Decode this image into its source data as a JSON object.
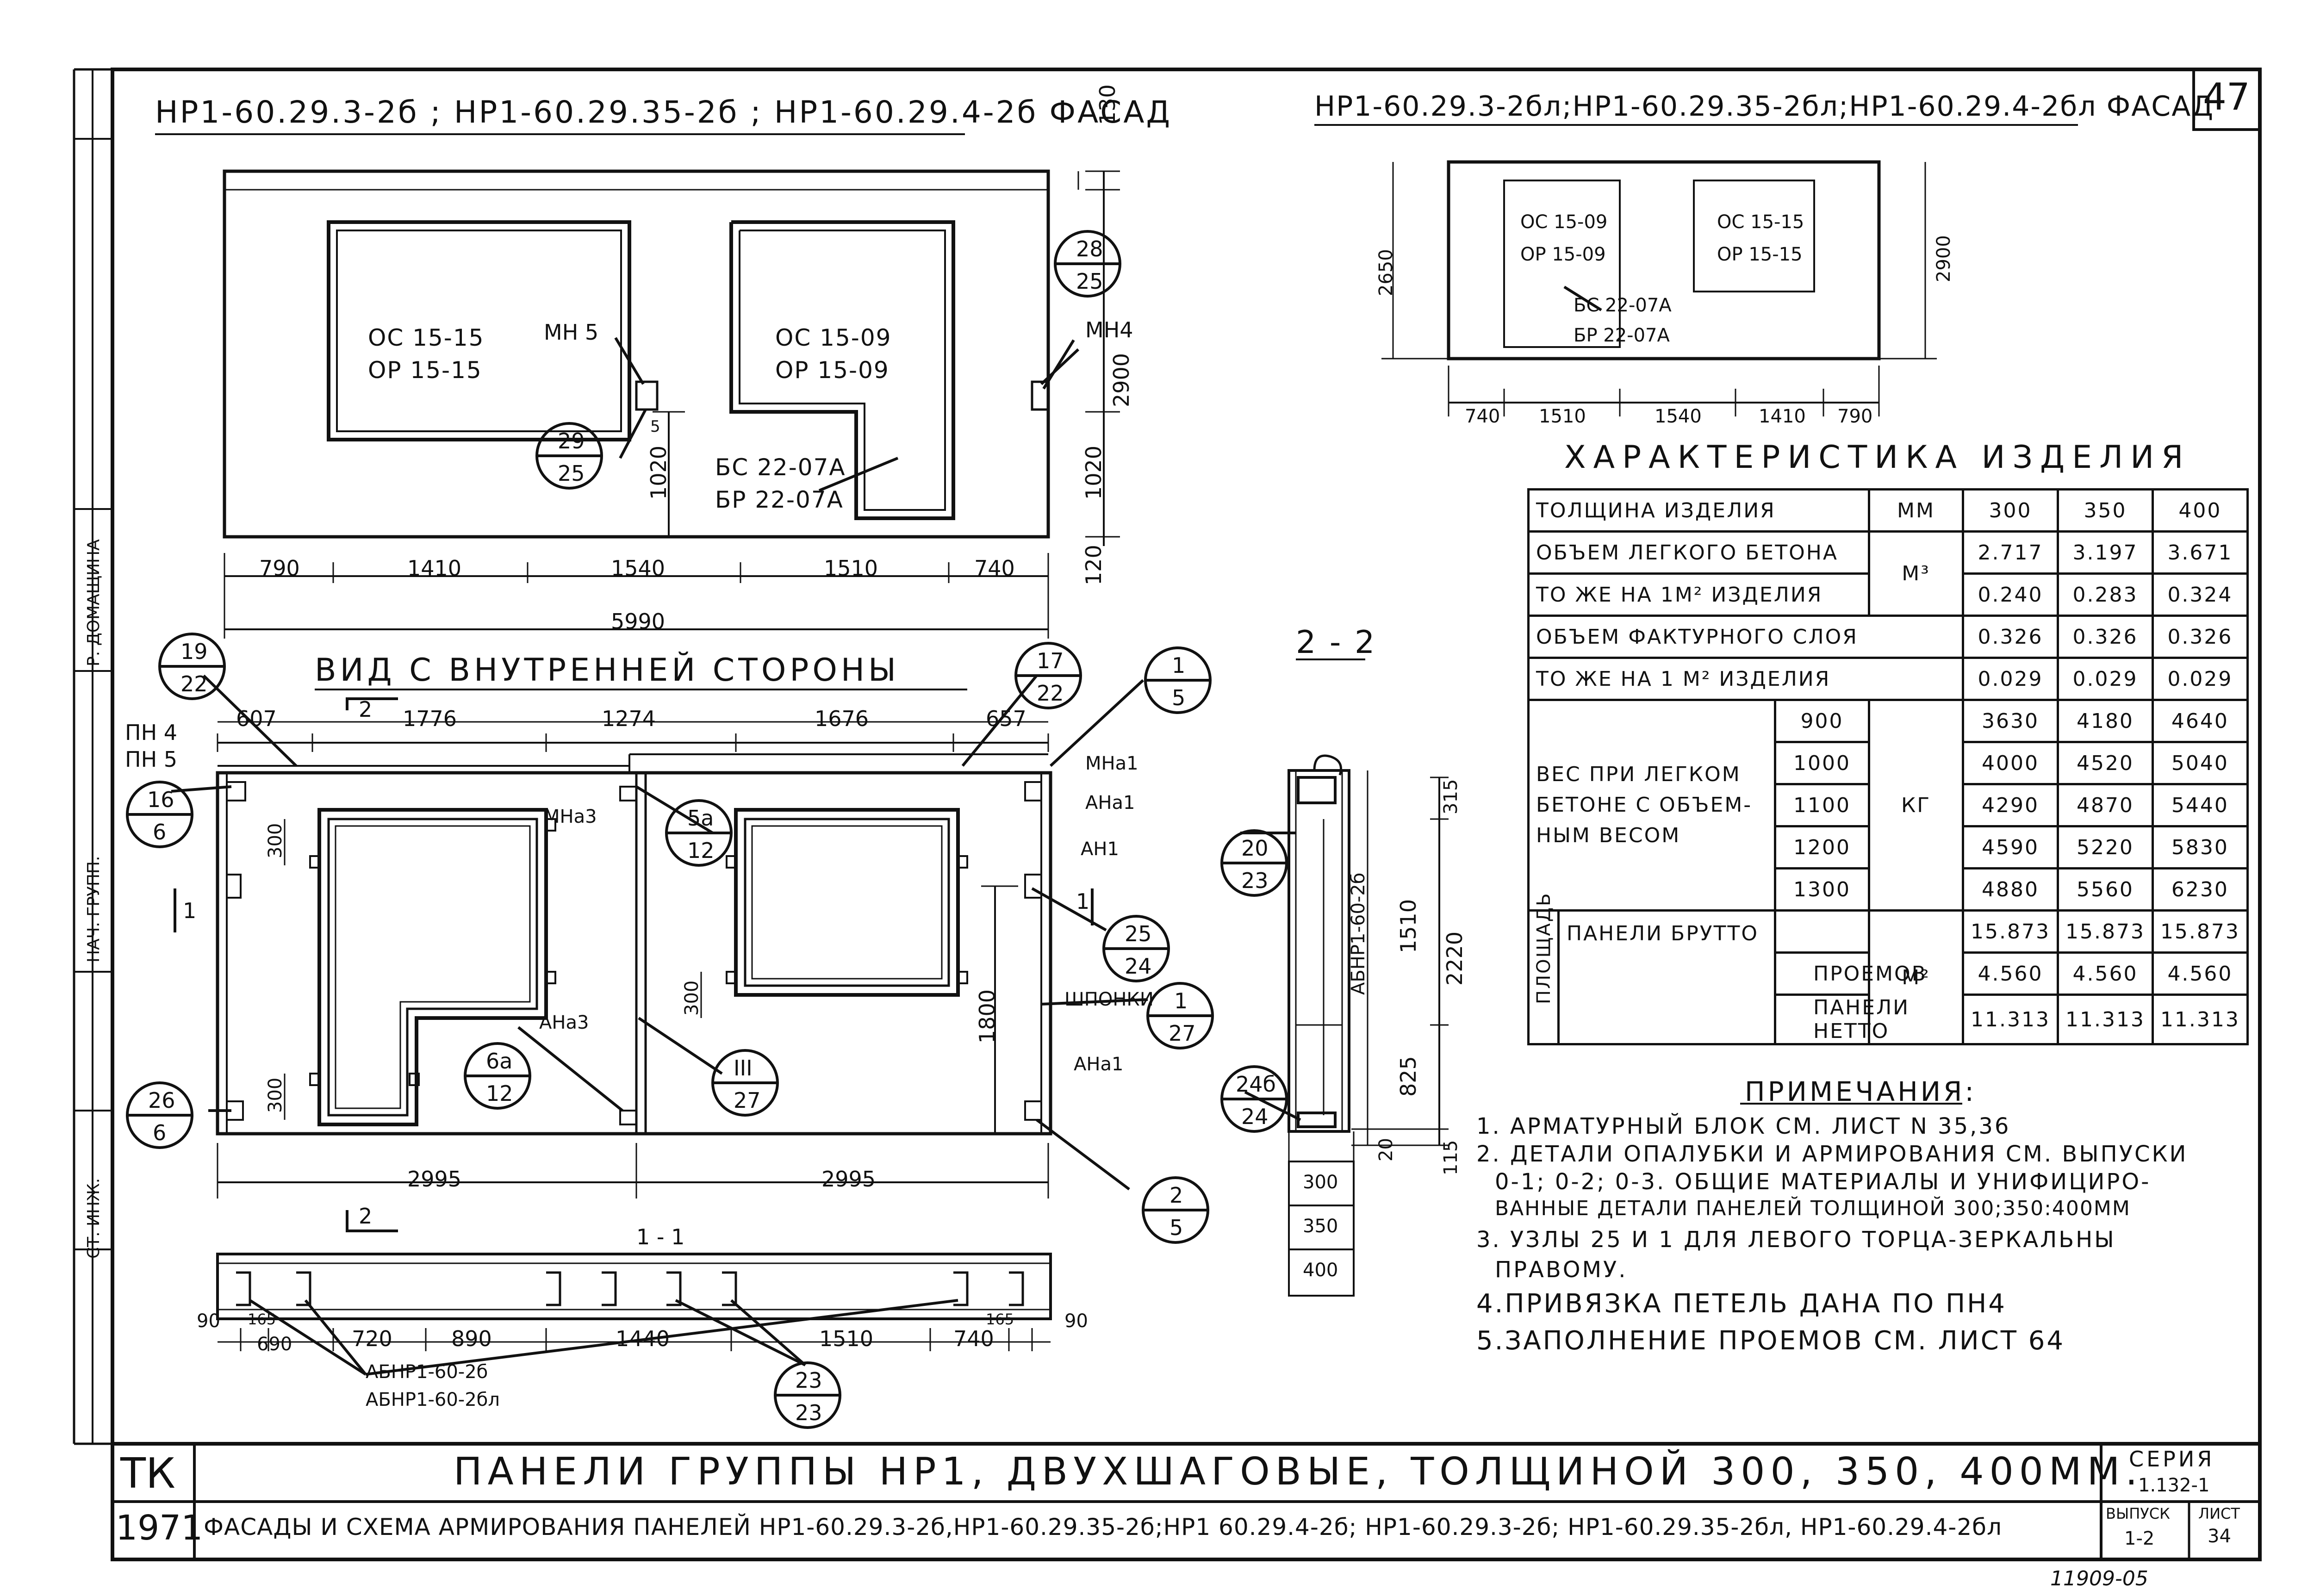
{
  "sheet_number": "47",
  "facade_left_title": "НР1-60.29.3-2б ; НР1-60.29.35-2б ; НР1-60.29.4-2б   ФАСАД",
  "facade_right_title": "НР1-60.29.3-2бл;НР1-60.29.35-2бл;НР1-60.29.4-2бл ФАСАД",
  "facade_left": {
    "window1": [
      "ОС 15-15",
      "ОР 15-15"
    ],
    "window2": [
      "ОС 15-09",
      "ОР 15-09"
    ],
    "door": [
      "БС 22-07А",
      "БР 22-07А"
    ],
    "mh5": "МН 5",
    "mh4": "МН4",
    "callout_28": [
      "28",
      "25"
    ],
    "callout_29": [
      "29",
      "25"
    ],
    "dim_5": "5",
    "dims_bottom": [
      "790",
      "1410",
      "1540",
      "1510",
      "740"
    ],
    "dim_total": "5990",
    "dims_right": [
      "130",
      "2900",
      "1020",
      "120"
    ],
    "dim_1020_left": "1020"
  },
  "facade_right": {
    "window1": [
      "ОС 15-09",
      "ОР 15-09"
    ],
    "window2": [
      "ОС 15-15",
      "ОР 15-15"
    ],
    "door": [
      "БС 22-07А",
      "БР 22-07А"
    ],
    "dim_left": "2650",
    "dim_right": "2900",
    "dims_bottom": [
      "740",
      "1510",
      "1540",
      "1410",
      "790"
    ]
  },
  "inner_view": {
    "title": "ВИД С ВНУТРЕННЕЙ СТОРОНЫ",
    "ph4": "ПН 4",
    "ph5": "ПН 5",
    "dims_top": [
      "607",
      "1776",
      "1274",
      "1676",
      "657"
    ],
    "dims_bottom": [
      "2995",
      "2995"
    ],
    "dim_300a": "300",
    "dim_300b": "300",
    "dim_300c": "300",
    "dim_1800": "1800",
    "section_2_top": "2",
    "section_2_bottom": "2",
    "section_1_left": "1",
    "section_1_right": "1",
    "labels": {
      "mna3": "МНа3",
      "ana3": "АНа3",
      "mna1": "МНа1",
      "ana1_top": "АНа1",
      "an1": "АН1",
      "shponki": "ШПОНКИ",
      "ana1_bottom": "АНа1"
    },
    "callouts": {
      "c19": [
        "19",
        "22"
      ],
      "c17": [
        "17",
        "22"
      ],
      "c1": [
        "1",
        "5"
      ],
      "c16": [
        "16",
        "6"
      ],
      "c5a": [
        "5а",
        "12"
      ],
      "c25": [
        "25",
        "24"
      ],
      "c1_27": [
        "1",
        "27"
      ],
      "c6a": [
        "6а",
        "12"
      ],
      "cIII": [
        "III",
        "27"
      ],
      "c26": [
        "26",
        "6"
      ],
      "c2": [
        "2",
        "5"
      ]
    }
  },
  "section_11": {
    "title": "1 - 1",
    "dims": [
      "90",
      "165",
      "690",
      "720",
      "890",
      "1440",
      "1510",
      "740",
      "165",
      "90"
    ],
    "label1": "АБНР1-60-2б",
    "label2": "АБНР1-60-2бл",
    "callout": [
      "23",
      "23"
    ]
  },
  "section_22": {
    "title": "2 - 2",
    "block_label": "АБНР1-60-2б",
    "dims": [
      "315",
      "1510",
      "2220",
      "825",
      "20",
      "115"
    ],
    "callout_20": [
      "20",
      "23"
    ],
    "callout_24": [
      "24б",
      "24"
    ],
    "thickness": [
      "300",
      "350",
      "400"
    ]
  },
  "characteristics": {
    "title": "ХАРАКТЕРИСТИКА ИЗДЕЛИЯ",
    "thickness_label": "ТОЛЩИНА ИЗДЕЛИЯ",
    "unit_mm": "ММ",
    "cols": [
      "300",
      "350",
      "400"
    ],
    "vol_light": "ОБЪЕМ ЛЕГКОГО БЕТОНА",
    "vol_light_vals": [
      "2.717",
      "3.197",
      "3.671"
    ],
    "per_m2": "ТО ЖЕ НА 1М² ИЗДЕЛИЯ",
    "per_m2_vals": [
      "0.240",
      "0.283",
      "0.324"
    ],
    "unit_m3": "М³",
    "vol_facing": "ОБЪЕМ ФАКТУРНОГО СЛОЯ",
    "vol_facing_vals": [
      "0.326",
      "0.326",
      "0.326"
    ],
    "per_m2_b": "ТО ЖЕ НА 1 М² ИЗДЕЛИЯ",
    "per_m2_b_vals": [
      "0.029",
      "0.029",
      "0.029"
    ],
    "weight_label": [
      "ВЕС ПРИ ЛЕГКОМ",
      "БЕТОНЕ С ОБЪЕМ-",
      "НЫМ ВЕСОМ"
    ],
    "unit_kg": "КГ",
    "weights": [
      {
        "dens": "900",
        "vals": [
          "3630",
          "4180",
          "4640"
        ]
      },
      {
        "dens": "1000",
        "vals": [
          "4000",
          "4520",
          "5040"
        ]
      },
      {
        "dens": "1100",
        "vals": [
          "4290",
          "4870",
          "5440"
        ]
      },
      {
        "dens": "1200",
        "vals": [
          "4590",
          "5220",
          "5830"
        ]
      },
      {
        "dens": "1300",
        "vals": [
          "4880",
          "5560",
          "6230"
        ]
      }
    ],
    "area_label": "ПЛОЩАДЬ",
    "unit_m2": "М²",
    "areas": [
      {
        "name": "ПАНЕЛИ БРУТТО",
        "vals": [
          "15.873",
          "15.873",
          "15.873"
        ]
      },
      {
        "name": "ПРОЕМОВ",
        "vals": [
          "4.560",
          "4.560",
          "4.560"
        ]
      },
      {
        "name": "ПАНЕЛИ НЕТТО",
        "vals": [
          "11.313",
          "11.313",
          "11.313"
        ]
      }
    ]
  },
  "notes": {
    "title": "ПРИМЕЧАНИЯ:",
    "lines": [
      "1. АРМАТУРНЫЙ БЛОК СМ. ЛИСТ N 35,36",
      "2. ДЕТАЛИ ОПАЛУБКИ И АРМИРОВАНИЯ СМ. ВЫПУСКИ",
      "0-1; 0-2; 0-3. ОБЩИЕ МАТЕРИАЛЫ И УНИФИЦИРО-",
      "ВАННЫЕ ДЕТАЛИ ПАНЕЛЕЙ ТОЛЩИНОЙ 300;350:400ММ",
      "3. УЗЛЫ 25 И 1 ДЛЯ ЛЕВОГО ТОРЦА-ЗЕРКАЛЬНЫ",
      "ПРАВОМУ.",
      "4.ПРИВЯЗКА ПЕТЕЛЬ ДАНА ПО ПН4",
      "5.ЗАПОЛНЕНИЕ ПРОЕМОВ СМ. ЛИСТ 64"
    ]
  },
  "title_block": {
    "org": "ТК",
    "year": "1971",
    "title_main": "ПАНЕЛИ ГРУППЫ НР1, ДВУХШАГОВЫЕ, ТОЛЩИНОЙ 300, 350, 400ММ.",
    "title_sub": "ФАСАДЫ И СХЕМА АРМИРОВАНИЯ ПАНЕЛЕЙ НР1-60.29.3-2б,НР1-60.29.35-2б;НР1 60.29.4-2б; НР1-60.29.3-2б; НР1-60.29.35-2бл, НР1-60.29.4-2бл",
    "series_label": "СЕРИЯ",
    "series": "1.132-1",
    "issue_label": "ВЫПУСК",
    "issue": "1-2",
    "sheet_label": "ЛИСТ",
    "sheet": "34",
    "stamp": "11909-05"
  },
  "side_stamp": {
    "rows": [
      "СТ. ИНЖ.",
      "НАЧ. ГРУПП.",
      "Р. ДОМАЩИНА"
    ]
  }
}
